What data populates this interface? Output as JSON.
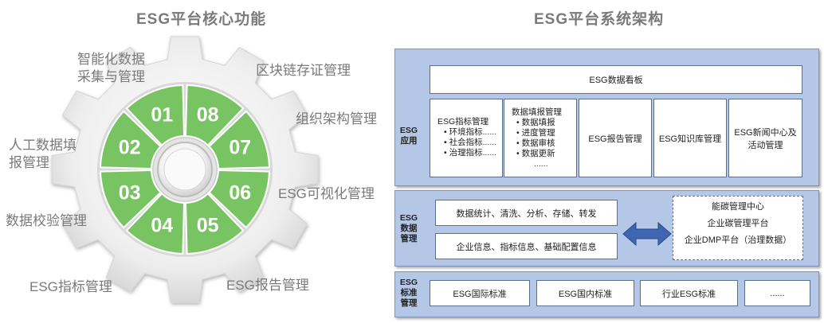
{
  "left": {
    "title": "ESG平台核心功能",
    "segments": [
      "01",
      "02",
      "03",
      "04",
      "05",
      "06",
      "07",
      "08"
    ],
    "labels": {
      "data_collection": [
        "智能化数据",
        "采集与管理"
      ],
      "blockchain": "区块链存证管理",
      "org": "组织架构管理",
      "manual": [
        "人工数据填",
        "报管理"
      ],
      "visual": "ESG可视化管理",
      "validation": "数据校验管理",
      "indicator": "ESG指标管理",
      "report": "ESG报告管理"
    }
  },
  "right": {
    "title": "ESG平台系统架构",
    "app": {
      "label": [
        "ESG",
        "应用"
      ],
      "dashboard": "ESG数据看板",
      "indicator_mgmt": {
        "title": "ESG指标管理",
        "items": [
          "环境指标......",
          "社会指标......",
          "治理指标......"
        ]
      },
      "data_fill": {
        "title": "数据填报管理",
        "items": [
          "数据填报",
          "进度管理",
          "数据审核",
          "数据更新"
        ],
        "more": "......"
      },
      "report": "ESG报告管理",
      "knowledge": "ESG知识库管理",
      "news": [
        "ESG新闻中心及",
        "活动管理"
      ]
    },
    "data": {
      "label": [
        "ESG",
        "数据",
        "管理"
      ],
      "processing": "数据统计、清洗、分析、存储、转发",
      "info": "企业信息、指标信息、基础配置信息",
      "carbon": [
        "能碳管理中心",
        "企业碳管理平台",
        "企业DMP平台（治理数据）"
      ]
    },
    "standard": {
      "label": [
        "ESG",
        "标准",
        "管理"
      ],
      "items": [
        "ESG国际标准",
        "ESG国内标准",
        "行业ESG标准",
        "......"
      ]
    }
  },
  "colors": {
    "segment_green": "#78c462",
    "panel_blue": "#b4c7e7",
    "arrow_blue": "#3f66b3",
    "gear_gray": "#e8e8e8",
    "text_gray": "#7a7a7a"
  }
}
